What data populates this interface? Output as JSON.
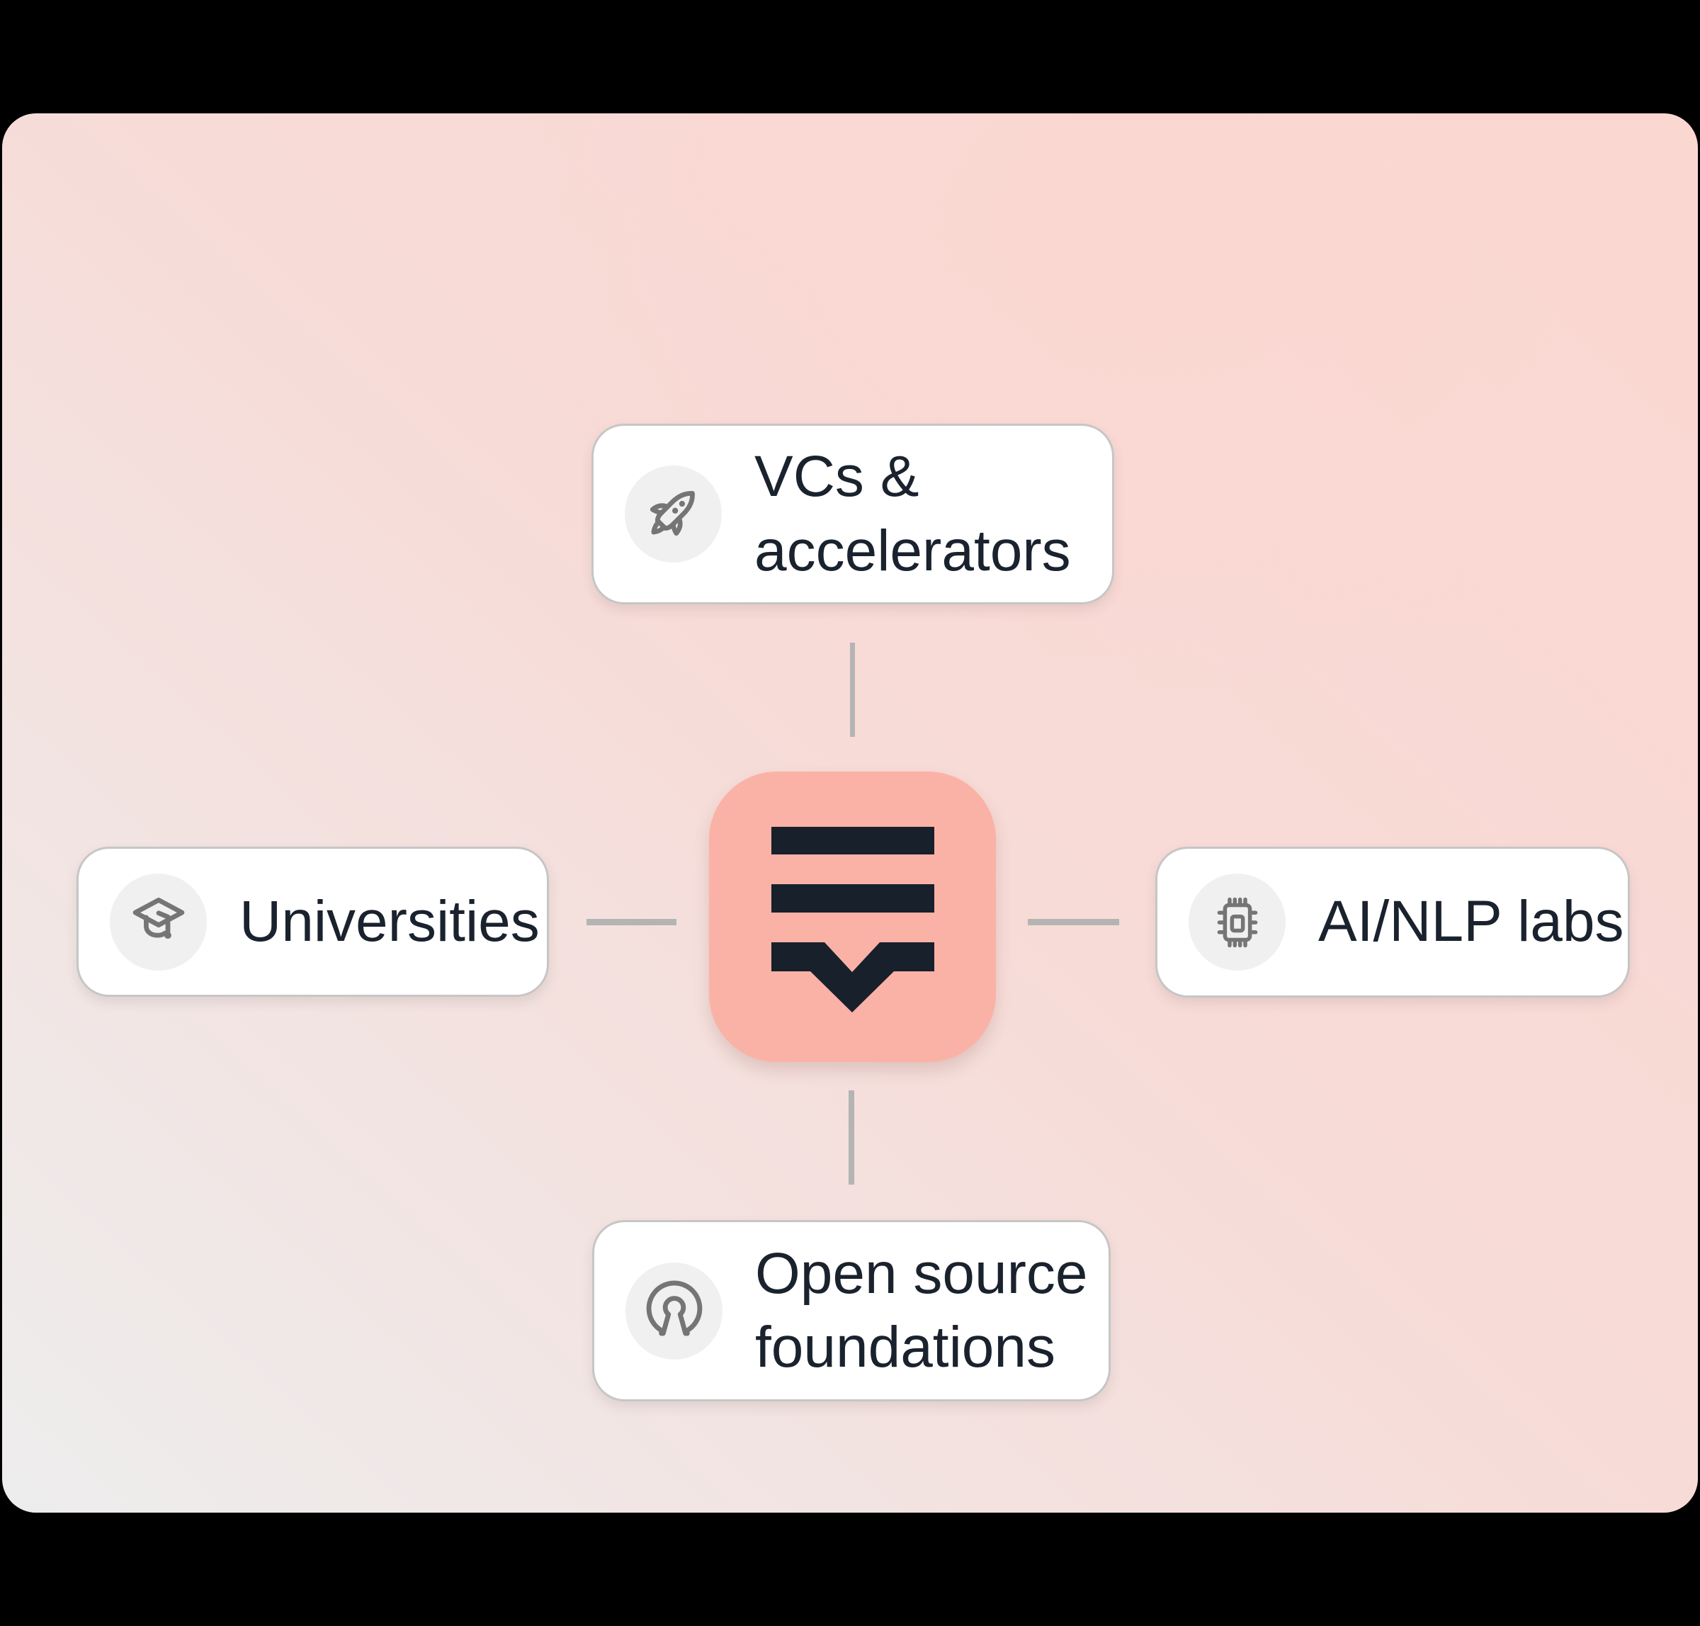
{
  "nodes": {
    "top": {
      "label": "VCs & accelerators",
      "icon": "rocket-icon"
    },
    "left": {
      "label": "Universities",
      "icon": "graduation-cap-icon"
    },
    "right": {
      "label": "AI/NLP labs",
      "icon": "chip-icon"
    },
    "bottom": {
      "label": "Open source foundations",
      "icon": "open-source-icon"
    }
  },
  "center": {
    "glyph": "three-bars-with-down-chevron"
  },
  "styles": {
    "frame": "#000000",
    "panel_pink": "#fbd7d2",
    "panel_pink_mid": "#f7dbd7",
    "panel_gray": "#ededed",
    "tile": "#fbb2a6",
    "glyph": "#18202b",
    "node_bg": "#ffffff",
    "node_border": "#c6c6c6",
    "icon_bg": "#f1f0f0",
    "icon_stroke": "#757575",
    "text": "#1a222e",
    "connector": "#b4b4b4"
  }
}
